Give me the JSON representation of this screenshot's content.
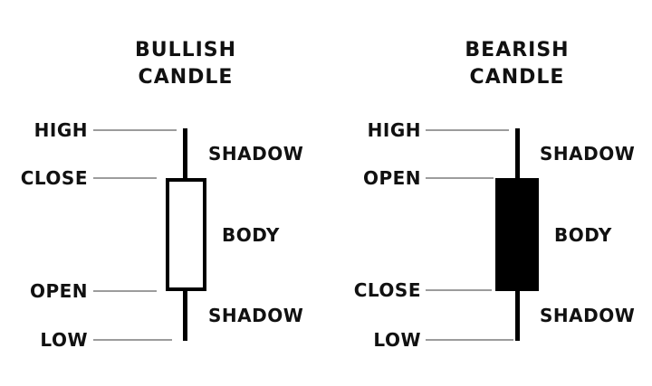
{
  "canvas": {
    "background": "#ffffff"
  },
  "colors": {
    "label_text": "#111111",
    "connector_line": "#9c9c9c",
    "candle_outline": "#000000",
    "bullish_body_fill": "#ffffff",
    "bearish_body_fill": "#000000"
  },
  "panels": [
    {
      "id": "bullish",
      "title_lines": [
        "BULLISH",
        "CANDLE"
      ],
      "price_labels": [
        {
          "text": "HIGH"
        },
        {
          "text": "CLOSE"
        },
        {
          "text": "OPEN"
        },
        {
          "text": "LOW"
        }
      ],
      "part_labels": [
        {
          "text": "SHADOW"
        },
        {
          "text": "BODY"
        },
        {
          "text": "SHADOW"
        }
      ]
    },
    {
      "id": "bearish",
      "title_lines": [
        "BEARISH",
        "CANDLE"
      ],
      "price_labels": [
        {
          "text": "HIGH"
        },
        {
          "text": "OPEN"
        },
        {
          "text": "CLOSE"
        },
        {
          "text": "LOW"
        }
      ],
      "part_labels": [
        {
          "text": "SHADOW"
        },
        {
          "text": "BODY"
        },
        {
          "text": "SHADOW"
        }
      ]
    }
  ]
}
